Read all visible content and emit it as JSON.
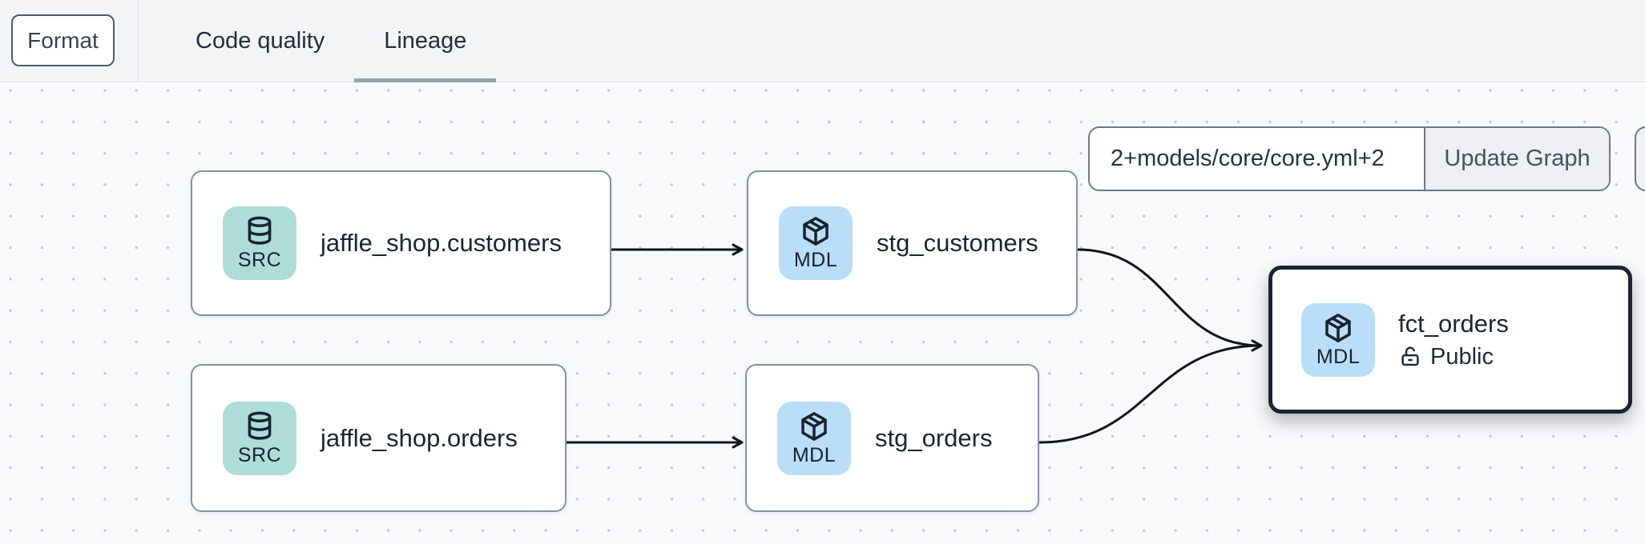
{
  "header": {
    "format_button_label": "Format",
    "tabs": [
      {
        "label": "Code quality",
        "active": false
      },
      {
        "label": "Lineage",
        "active": true
      }
    ]
  },
  "toolbar": {
    "selector_input_value": "2+models/core/core.yml+2",
    "update_graph_label": "Update Graph"
  },
  "graph": {
    "nodes": [
      {
        "label": "jaffle_shop.customers",
        "type_badge": "SRC",
        "icon": "database-icon",
        "selected": false
      },
      {
        "label": "stg_customers",
        "type_badge": "MDL",
        "icon": "cube-icon",
        "selected": false
      },
      {
        "label": "jaffle_shop.orders",
        "type_badge": "SRC",
        "icon": "database-icon",
        "selected": false
      },
      {
        "label": "stg_orders",
        "type_badge": "MDL",
        "icon": "cube-icon",
        "selected": false
      },
      {
        "label": "fct_orders",
        "type_badge": "MDL",
        "icon": "cube-icon",
        "selected": true,
        "access_label": "Public"
      }
    ],
    "edges": [
      {
        "from": "jaffle_shop.customers",
        "to": "stg_customers"
      },
      {
        "from": "jaffle_shop.orders",
        "to": "stg_orders"
      },
      {
        "from": "stg_customers",
        "to": "fct_orders"
      },
      {
        "from": "stg_orders",
        "to": "fct_orders"
      }
    ]
  },
  "colors": {
    "src_badge_bg": "#aedcd9",
    "mdl_badge_bg": "#badef8",
    "node_border": "#8591a3",
    "selected_node_border": "#1b2430",
    "edge_stroke": "#10151c",
    "arrowhead": "#8a93a4",
    "tab_underline": "#99a1ae",
    "header_bg": "#f3f4f6",
    "canvas_bg": "#f8f9fb",
    "text": "#1a2633"
  }
}
